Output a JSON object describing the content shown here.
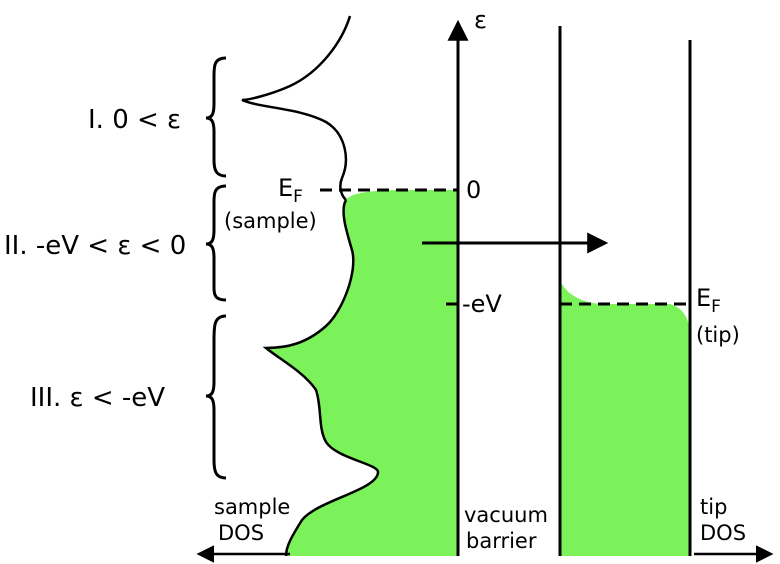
{
  "diagram": {
    "axis_symbol": "ε",
    "zero_label": "0",
    "minus_ev_label": "-eV",
    "regions": [
      {
        "label": "I. 0 < ε"
      },
      {
        "label": "II. -eV < ε < 0"
      },
      {
        "label": "III. ε < -eV"
      }
    ],
    "fermi_sample": {
      "main": "E",
      "sub": "F",
      "note": "(sample)"
    },
    "fermi_tip": {
      "main": "E",
      "sub": "F",
      "note": "(tip)"
    },
    "bottom_labels": {
      "sample_dos": [
        "sample",
        "DOS"
      ],
      "vacuum_barrier": [
        "vacuum",
        "barrier"
      ],
      "tip_dos": [
        "tip",
        "DOS"
      ]
    },
    "colors": {
      "filled_states": "#7CF25A",
      "lines": "#000000"
    }
  }
}
